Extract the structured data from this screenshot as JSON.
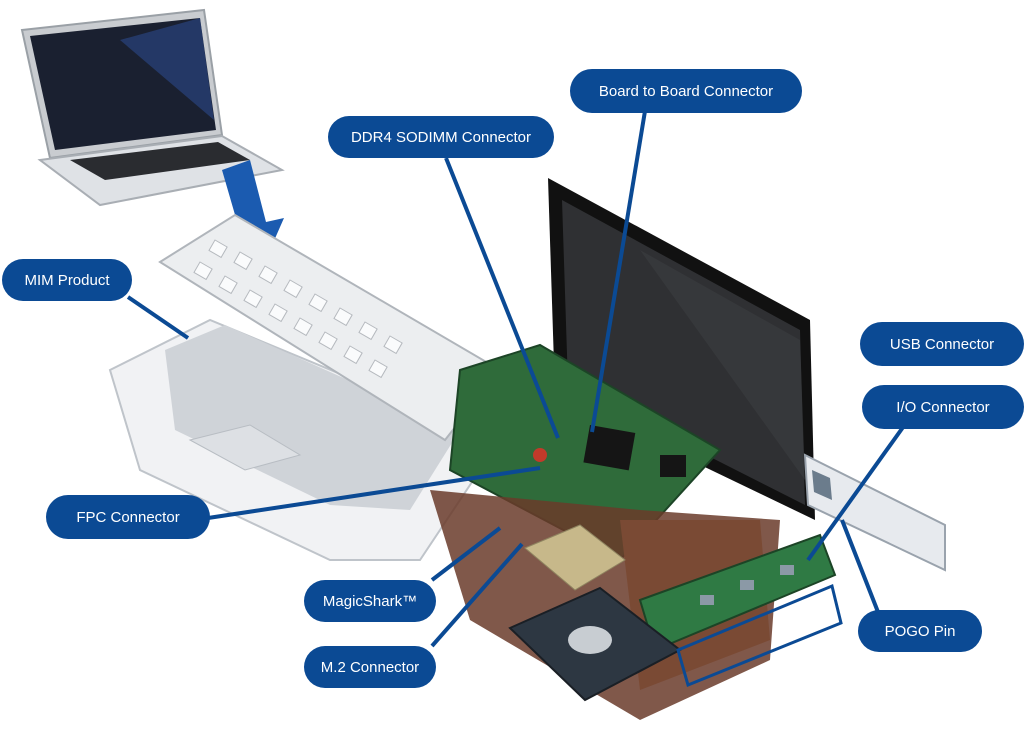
{
  "labels": {
    "board_to_board": "Board to Board Connector",
    "ddr4_sodimm": "DDR4 SODIMM Connector",
    "mim_product": "MIM Product",
    "usb_connector": "USB Connector",
    "io_connector": "I/O Connector",
    "fpc_connector": "FPC Connector",
    "magicshark": "MagicShark™",
    "m2_connector": "M.2 Connector",
    "pogo_pin": "POGO Pin"
  },
  "colors": {
    "accent": "#0b4a94",
    "label_text": "#ffffff"
  }
}
